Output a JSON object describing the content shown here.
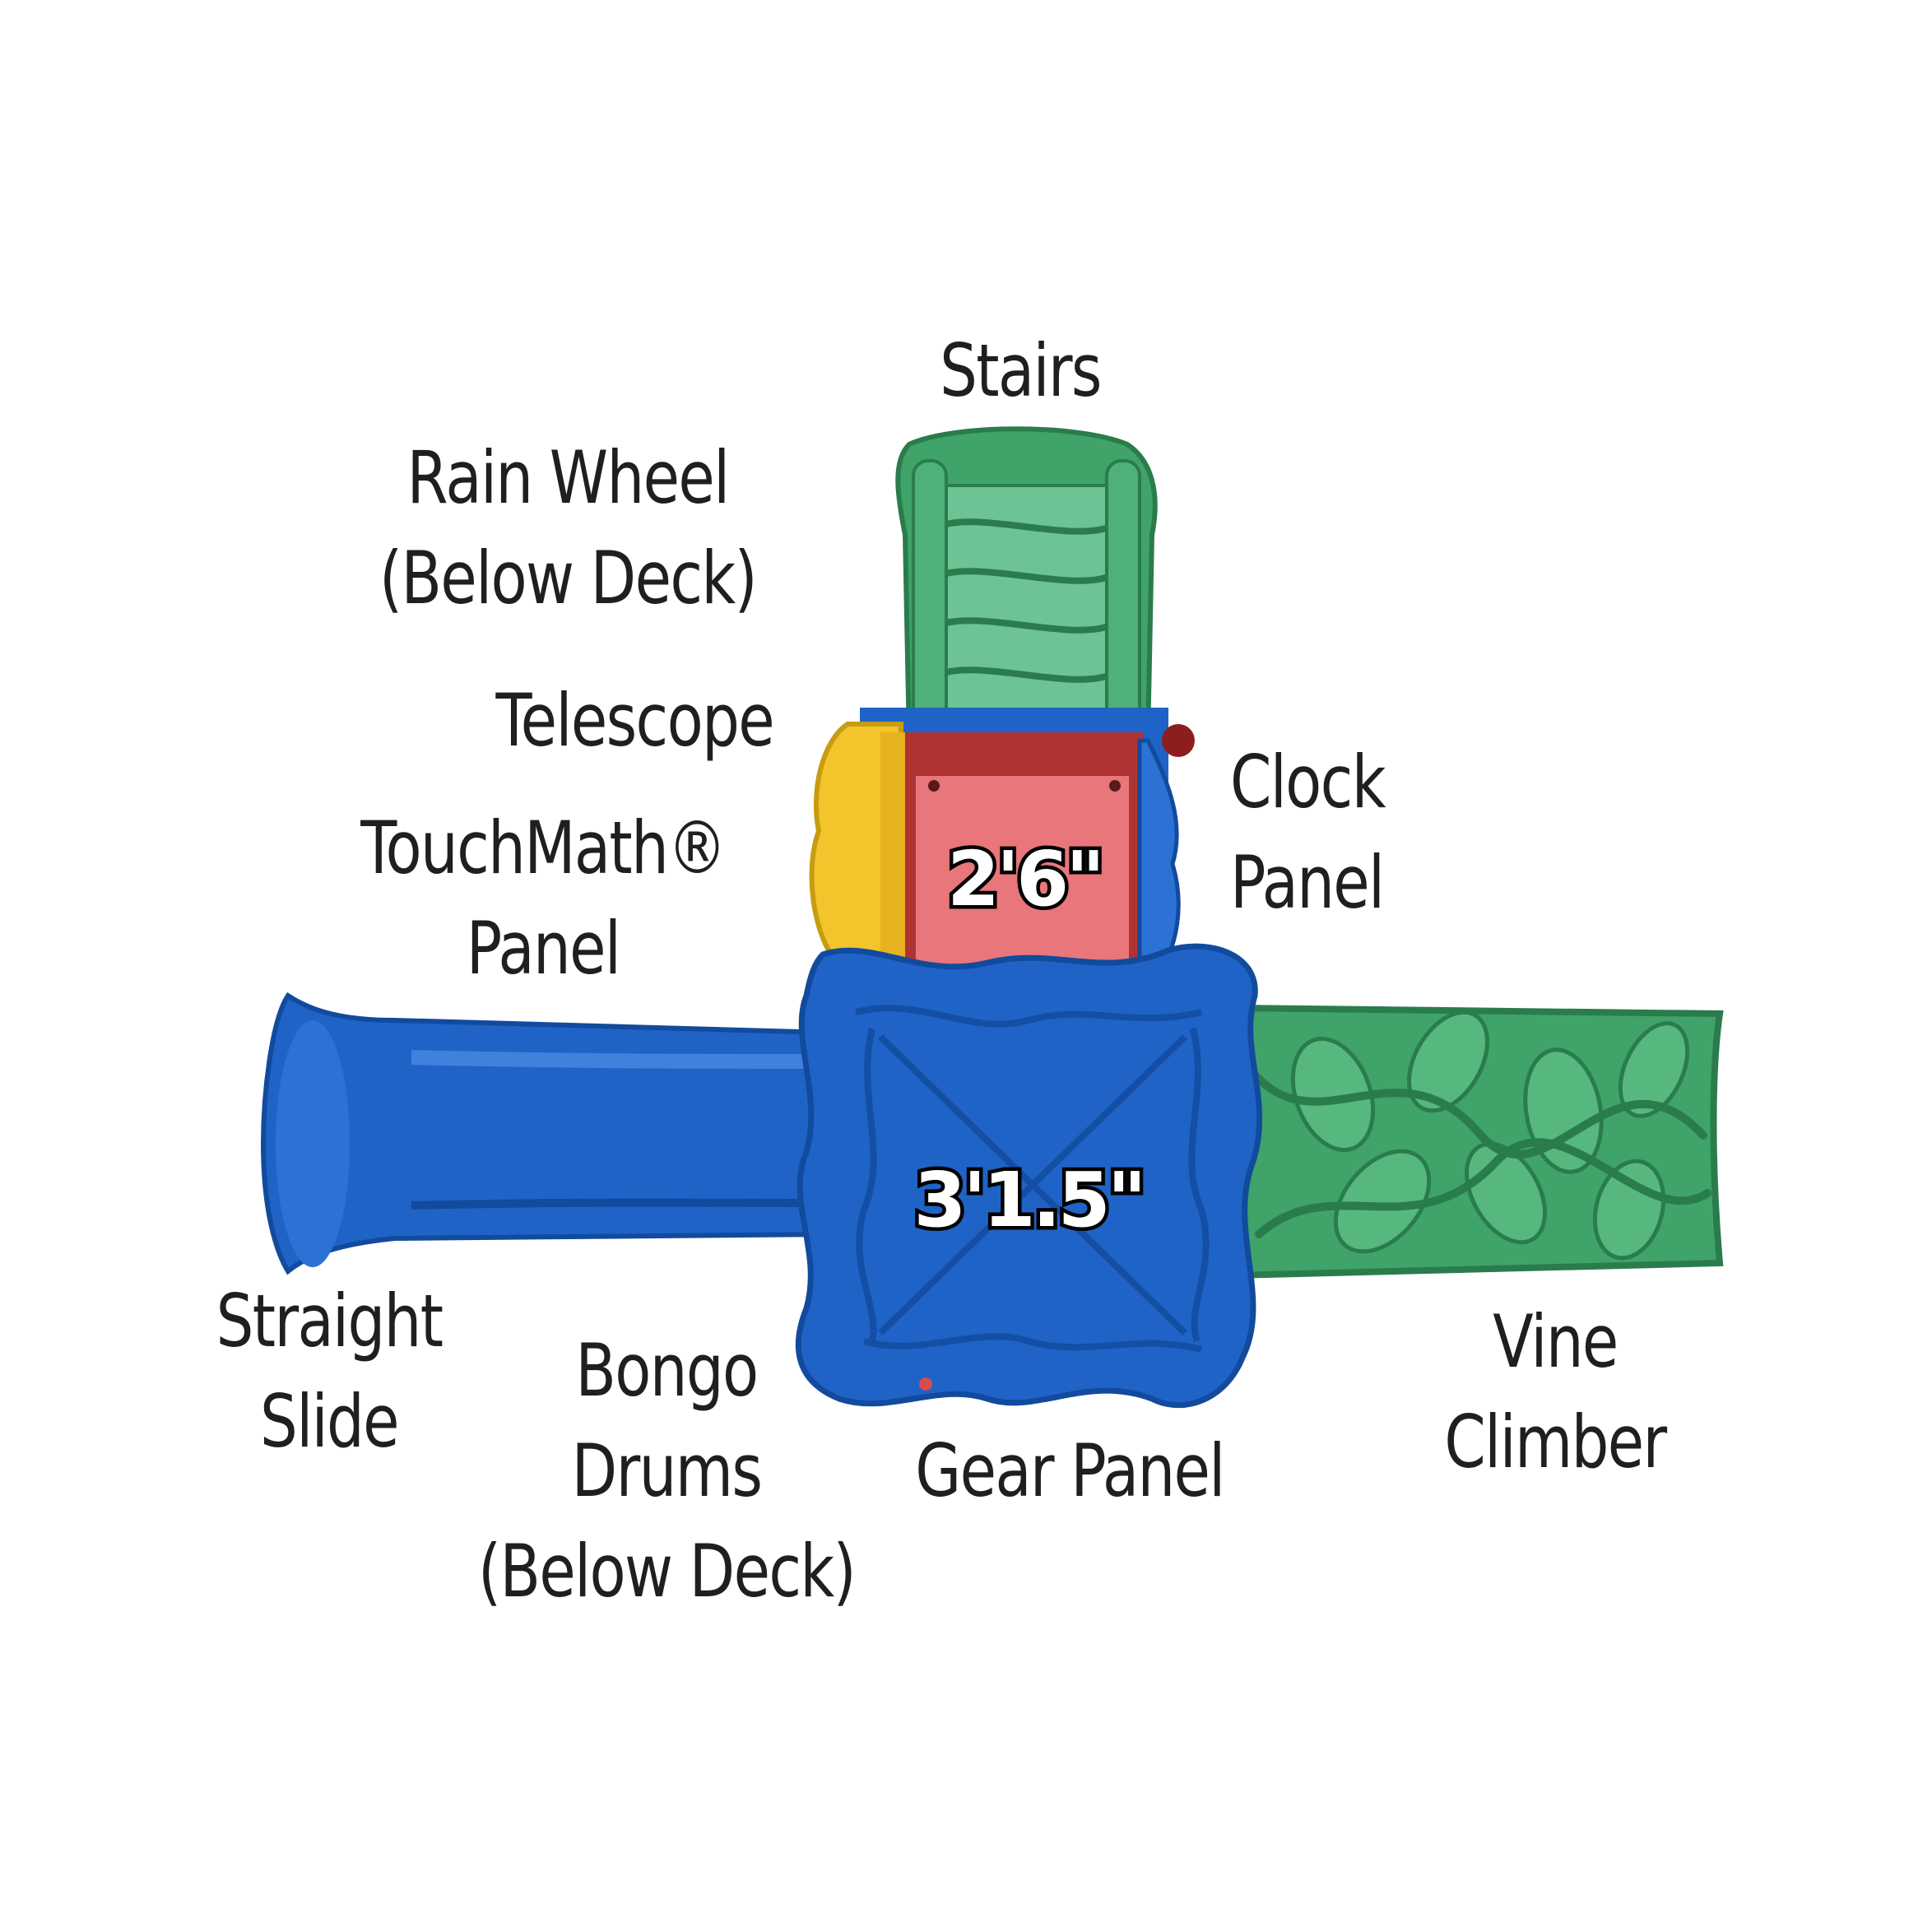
{
  "labels": {
    "stairs": [
      "Stairs"
    ],
    "rain_wheel": [
      "Rain Wheel",
      "(Below Deck)"
    ],
    "telescope": [
      "Telescope"
    ],
    "touchmath": [
      "TouchMath®",
      "Panel"
    ],
    "clock": [
      "Clock",
      "Panel"
    ],
    "straight_slide": [
      "Straight",
      "Slide"
    ],
    "bongo": [
      "Bongo",
      "Drums",
      "(Below Deck)"
    ],
    "gear": [
      "Gear Panel"
    ],
    "vine": [
      "Vine",
      "Climber"
    ]
  },
  "dimensions": {
    "upper_deck": "2'6\"",
    "main_deck": "3'1.5\""
  },
  "colors": {
    "blue": "#1f63c6",
    "blue_dark": "#124a9e",
    "green": "#3fa36a",
    "green_dark": "#2a7c4c",
    "stair_green": "#5fb986",
    "red": "#e8767a",
    "red_dark": "#b03334",
    "yellow": "#f3c42c"
  }
}
